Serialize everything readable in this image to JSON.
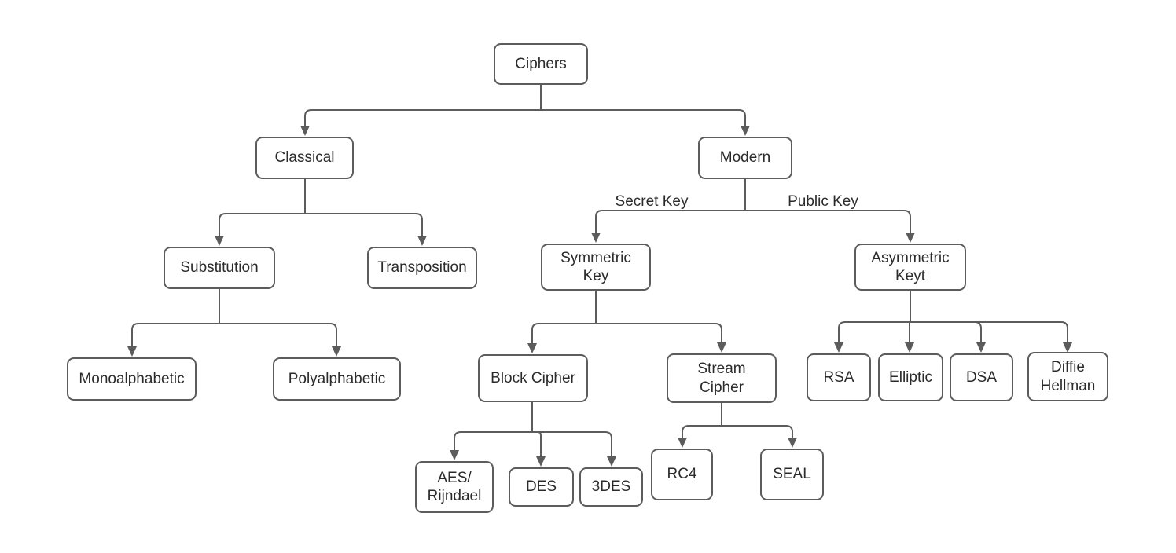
{
  "nodes": {
    "ciphers": {
      "label": "Ciphers"
    },
    "classical": {
      "label": "Classical"
    },
    "modern": {
      "label": "Modern"
    },
    "substitution": {
      "label": "Substitution"
    },
    "transposition": {
      "label": "Transposition"
    },
    "symmetric_key": {
      "label": "Symmetric\nKey"
    },
    "asymmetric_key": {
      "label": "Asymmetric\nKeyt"
    },
    "monoalphabetic": {
      "label": "Monoalphabetic"
    },
    "polyalphabetic": {
      "label": "Polyalphabetic"
    },
    "block_cipher": {
      "label": "Block Cipher"
    },
    "stream_cipher": {
      "label": "Stream\nCipher"
    },
    "rsa": {
      "label": "RSA"
    },
    "elliptic": {
      "label": "Elliptic"
    },
    "dsa": {
      "label": "DSA"
    },
    "diffie_hellman": {
      "label": "Diffie\nHellman"
    },
    "aes_rijndael": {
      "label": "AES/\nRijndael"
    },
    "des": {
      "label": "DES"
    },
    "triple_des": {
      "label": "3DES"
    },
    "rc4": {
      "label": "RC4"
    },
    "seal": {
      "label": "SEAL"
    }
  },
  "edge_labels": {
    "secret_key": "Secret Key",
    "public_key": "Public Key"
  },
  "colors": {
    "stroke": "#5c5c5c",
    "text": "#2b2b2b",
    "node_fill": "#ffffff",
    "background": "#ffffff"
  }
}
